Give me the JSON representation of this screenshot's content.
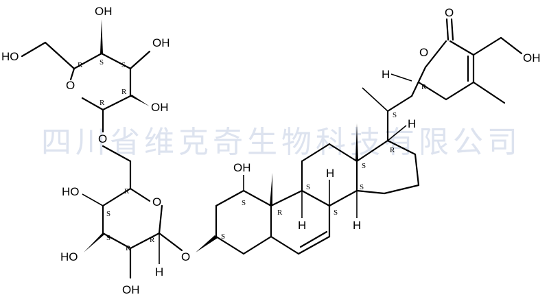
{
  "watermark": "四川省维克奇生物科技有限公司",
  "atom_labels": {
    "oh_glc_top": "OH",
    "oh_glc_c3": "OH",
    "oh_glc_c2": "OH",
    "oh_glc_c6": "HO",
    "o_glc_ring": "O",
    "o_glycosidic_16": "O",
    "o_glc2_ring": "O",
    "oh_glc2_c4": "HO",
    "oh_glc2_c3": "HO",
    "oh_glc2_c2": "OH",
    "h_glc2_c1": "H",
    "o_glc2_aglycone": "O",
    "oh_c1": "OH",
    "h_c9": "H",
    "h_c8": "H",
    "h_c14": "H",
    "h_c17": "H",
    "o_carbonyl": "O",
    "o_lactone": "O",
    "h_c22": "H",
    "oh_ch2oh": "OH"
  },
  "stereo_labels": {
    "glc_c5": "R",
    "glc_c4": "S",
    "glc_c3": "S",
    "glc_c2": "R",
    "glc_c1": "R",
    "glc2_c5": "R",
    "glc2_c4": "S",
    "glc2_c3": "S",
    "glc2_c2": "R",
    "glc2_c1": "R",
    "c1": "S",
    "c3": "S",
    "c10": "R",
    "c9": "S",
    "c8": "S",
    "c13": "S",
    "c14": "S",
    "c17": "R",
    "c20": "S",
    "c22": "R"
  }
}
